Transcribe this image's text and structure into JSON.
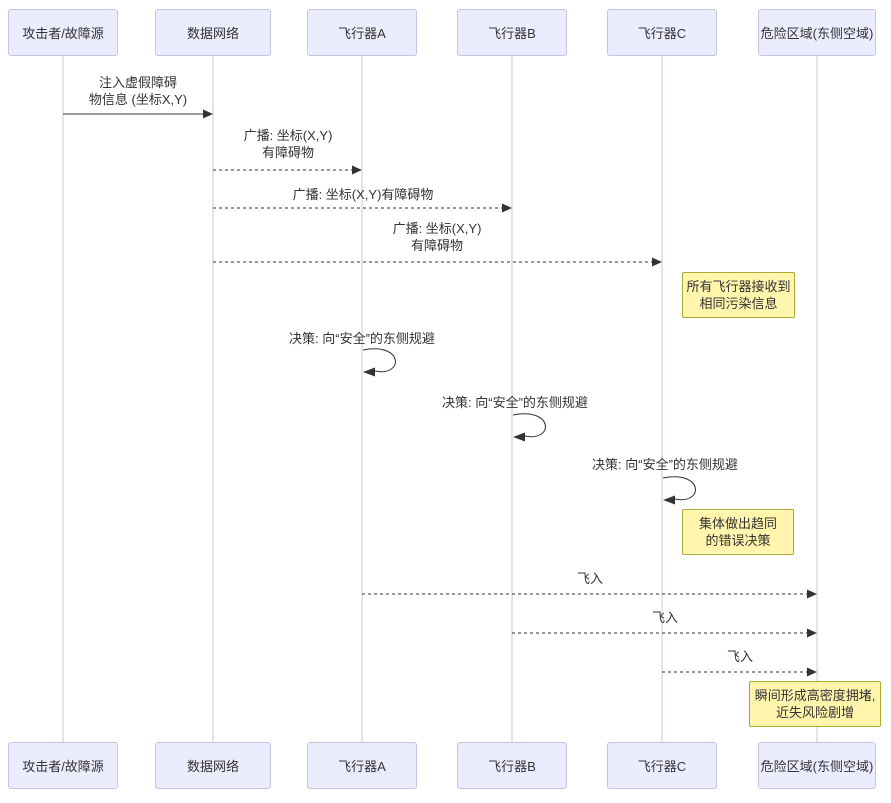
{
  "diagram": {
    "type": "sequence-diagram",
    "actors": [
      {
        "id": "attacker",
        "label": "攻击者/故障源"
      },
      {
        "id": "data-network",
        "label": "数据网络"
      },
      {
        "id": "aircraft-a",
        "label": "飞行器A"
      },
      {
        "id": "aircraft-b",
        "label": "飞行器B"
      },
      {
        "id": "aircraft-c",
        "label": "飞行器C"
      },
      {
        "id": "danger-zone",
        "label": "危险区域(东侧空域)"
      }
    ],
    "messages": [
      {
        "from": "攻击者/故障源",
        "to": "数据网络",
        "line": "solid",
        "text": "注入虚假障碍\n物信息 (坐标X,Y)"
      },
      {
        "from": "数据网络",
        "to": "飞行器A",
        "line": "dotted",
        "text": "广播: 坐标(X,Y)\n有障碍物"
      },
      {
        "from": "数据网络",
        "to": "飞行器B",
        "line": "dotted",
        "text": "广播: 坐标(X,Y)有障碍物"
      },
      {
        "from": "数据网络",
        "to": "飞行器C",
        "line": "dotted",
        "text": "广播: 坐标(X,Y)\n有障碍物"
      },
      {
        "from": "飞行器A",
        "to": "飞行器A",
        "line": "self",
        "text": "决策: 向“安全”的东侧规避"
      },
      {
        "from": "飞行器B",
        "to": "飞行器B",
        "line": "self",
        "text": "决策: 向“安全”的东侧规避"
      },
      {
        "from": "飞行器C",
        "to": "飞行器C",
        "line": "self",
        "text": "决策: 向“安全”的东侧规避"
      },
      {
        "from": "飞行器A",
        "to": "危险区域(东侧空域)",
        "line": "dotted",
        "text": "飞入"
      },
      {
        "from": "飞行器B",
        "to": "危险区域(东侧空域)",
        "line": "dotted",
        "text": "飞入"
      },
      {
        "from": "飞行器C",
        "to": "危险区域(东侧空域)",
        "line": "dotted",
        "text": "飞入"
      }
    ],
    "notes": [
      {
        "position": "right of 飞行器C",
        "text": "所有飞行器接收到\n相同污染信息"
      },
      {
        "position": "right of 飞行器C",
        "text": "集体做出趋同\n的错误决策"
      },
      {
        "position": "over 危险区域(东侧空域)",
        "text": "瞬间形成高密度拥堵,\n近失风险剧增"
      }
    ],
    "colors": {
      "background": "#ffffff",
      "actor_fill": "#ECECFF",
      "actor_border": "#c5c5e0",
      "lifeline": "#c9c9e3",
      "note_fill": "#FFF5AD",
      "note_border": "#AAAA33",
      "line": "#333333",
      "text": "#333333"
    }
  }
}
